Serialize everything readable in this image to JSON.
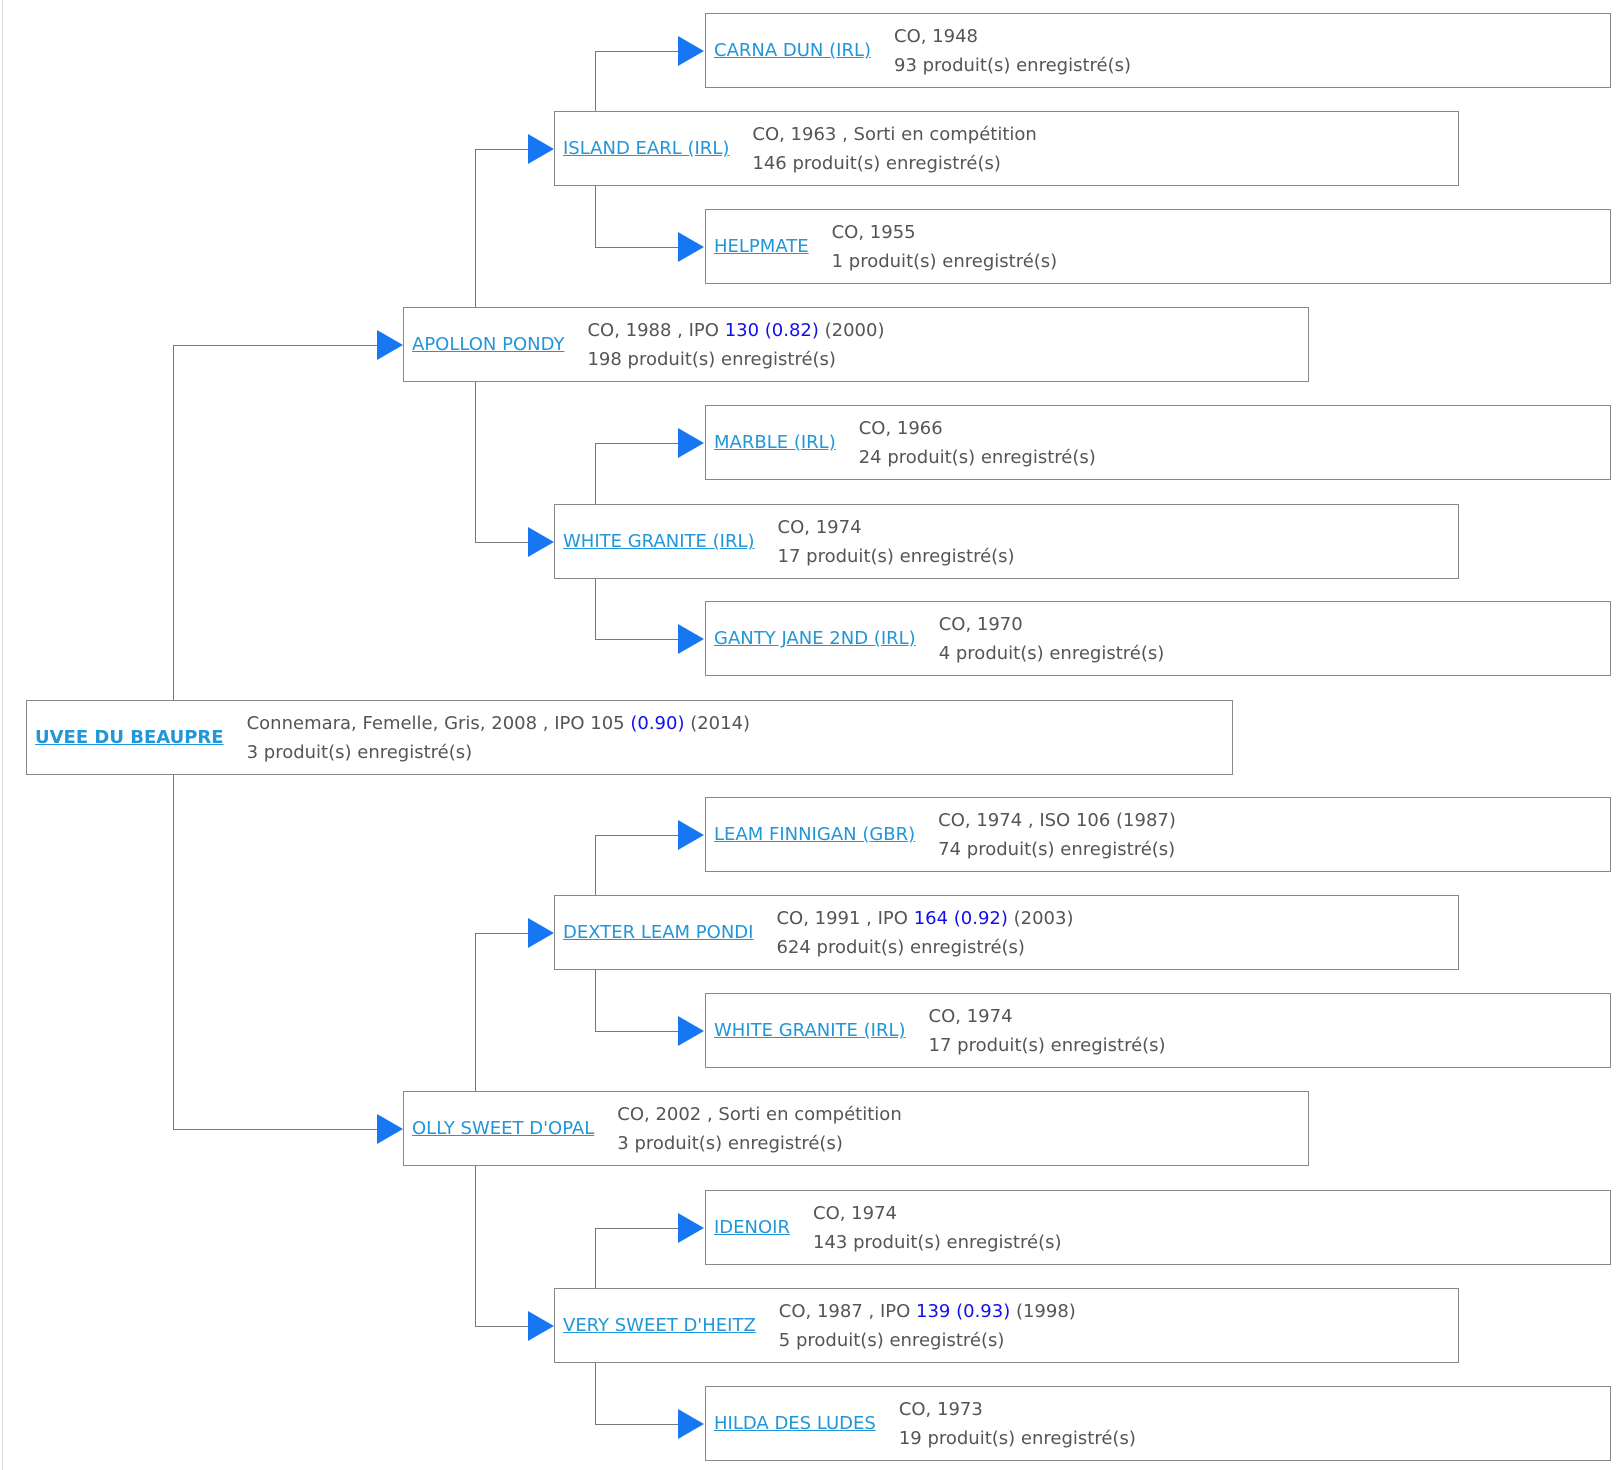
{
  "suffix_line2": " produit(s) enregistré(s)",
  "root": {
    "name": "UVEE DU BEAUPRE",
    "line1_pre": "Connemara, Femelle, Gris, 2008 , IPO 105 ",
    "line1_hl": "(0.90)",
    "line1_post": " (2014)",
    "count": "3"
  },
  "sire": {
    "name": "APOLLON PONDY",
    "line1_pre": "CO, 1988 , IPO ",
    "line1_hl": "130 (0.82)",
    "line1_post": " (2000)",
    "count": "198"
  },
  "dam": {
    "name": "OLLY SWEET D'OPAL",
    "line1_pre": "CO, 2002 , Sorti en compétition",
    "line1_hl": "",
    "line1_post": "",
    "count": "3"
  },
  "ss": {
    "name": "ISLAND EARL (IRL)",
    "line1_pre": "CO, 1963 , Sorti en compétition",
    "line1_hl": "",
    "line1_post": "",
    "count": "146"
  },
  "sd": {
    "name": "WHITE GRANITE (IRL)",
    "line1_pre": "CO, 1974",
    "line1_hl": "",
    "line1_post": "",
    "count": "17"
  },
  "ds": {
    "name": "DEXTER LEAM PONDI",
    "line1_pre": "CO, 1991 , IPO ",
    "line1_hl": "164 (0.92)",
    "line1_post": " (2003)",
    "count": "624"
  },
  "dd": {
    "name": "VERY SWEET D'HEITZ",
    "line1_pre": "CO, 1987 , IPO ",
    "line1_hl": "139 (0.93)",
    "line1_post": " (1998)",
    "count": "5"
  },
  "sss": {
    "name": "CARNA DUN (IRL)",
    "line1_pre": "CO, 1948",
    "line1_hl": "",
    "line1_post": "",
    "count": "93"
  },
  "ssd": {
    "name": "HELPMATE",
    "line1_pre": "CO, 1955",
    "line1_hl": "",
    "line1_post": "",
    "count": "1"
  },
  "sds": {
    "name": "MARBLE (IRL)",
    "line1_pre": "CO, 1966",
    "line1_hl": "",
    "line1_post": "",
    "count": "24"
  },
  "sdd": {
    "name": "GANTY JANE 2ND (IRL)",
    "line1_pre": "CO, 1970",
    "line1_hl": "",
    "line1_post": "",
    "count": "4"
  },
  "dss": {
    "name": "LEAM FINNIGAN (GBR)",
    "line1_pre": "CO, 1974 , ISO 106 (1987)",
    "line1_hl": "",
    "line1_post": "",
    "count": "74"
  },
  "dsd": {
    "name": "WHITE GRANITE (IRL)",
    "line1_pre": "CO, 1974",
    "line1_hl": "",
    "line1_post": "",
    "count": "17"
  },
  "dds": {
    "name": "IDENOIR",
    "line1_pre": "CO, 1974",
    "line1_hl": "",
    "line1_post": "",
    "count": "143"
  },
  "ddd": {
    "name": "HILDA DES LUDES",
    "line1_pre": "CO, 1973",
    "line1_hl": "",
    "line1_post": "",
    "count": "19"
  }
}
